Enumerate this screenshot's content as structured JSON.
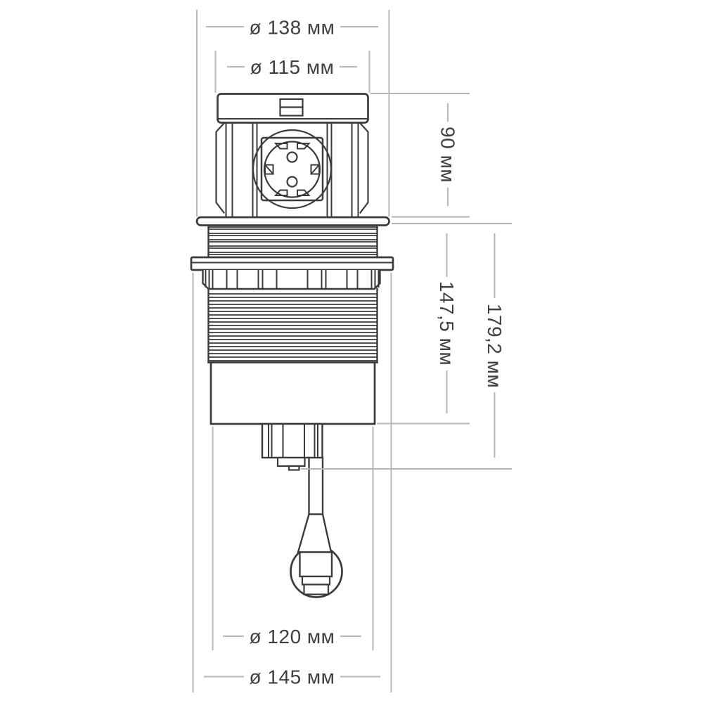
{
  "figure": {
    "kind": "technical-dimension-drawing",
    "subject": "retractable pop-up power socket column, front view",
    "unit": "мм"
  },
  "dimensions": {
    "cap_flange_diameter": {
      "label": "ø 138 мм",
      "value": 138,
      "unit": "мм"
    },
    "cap_diameter": {
      "label": "ø 115 мм",
      "value": 115,
      "unit": "мм"
    },
    "top_section_height": {
      "label": "90 мм",
      "value": 90,
      "unit": "мм"
    },
    "body_height": {
      "label": "147,5 мм",
      "value": 147.5,
      "unit": "мм"
    },
    "overall_lower_height": {
      "label": "179,2 мм",
      "value": 179.2,
      "unit": "мм"
    },
    "threaded_body_diameter": {
      "label": "ø 120 мм",
      "value": 120,
      "unit": "мм"
    },
    "mounting_ring_diameter": {
      "label": "ø 145 мм",
      "value": 145,
      "unit": "мм"
    }
  },
  "colors": {
    "outline": "#3b3b3d",
    "dimension_lines": "#b4b4b6",
    "text": "#404042",
    "background": "#ffffff"
  }
}
